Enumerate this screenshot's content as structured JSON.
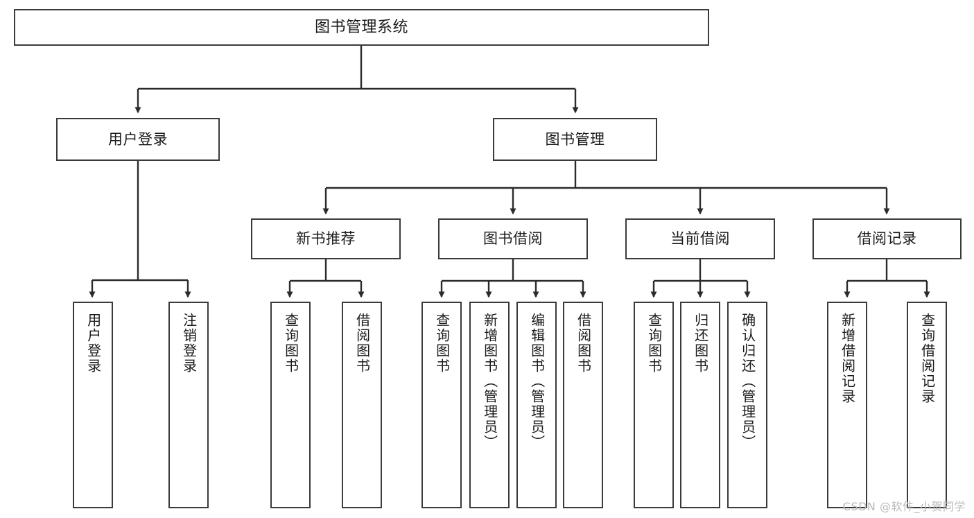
{
  "diagram": {
    "title": "图书管理系统",
    "type": "tree",
    "colors": {
      "box_border": "#3a3a3a",
      "box_fill": "#ffffff",
      "connector": "#2b2b2b",
      "text": "#1b1b1b",
      "watermark": "#b9b9b9",
      "background": "#ffffff"
    },
    "root": {
      "label": "图书管理系统"
    },
    "level2": [
      {
        "label": "用户登录"
      },
      {
        "label": "图书管理"
      }
    ],
    "level3": [
      {
        "label": "新书推荐"
      },
      {
        "label": "图书借阅"
      },
      {
        "label": "当前借阅"
      },
      {
        "label": "借阅记录"
      }
    ],
    "leaves": {
      "user_login": [
        {
          "label": "用户登录"
        },
        {
          "label": "注销登录"
        }
      ],
      "new_book_recommend": [
        {
          "label": "查询图书"
        },
        {
          "label": "借阅图书"
        }
      ],
      "book_borrow": [
        {
          "label": "查询图书"
        },
        {
          "label": "新增图书（管理员）"
        },
        {
          "label": "编辑图书（管理员）"
        },
        {
          "label": "借阅图书"
        }
      ],
      "current_borrow": [
        {
          "label": "查询图书"
        },
        {
          "label": "归还图书"
        },
        {
          "label": "确认归还（管理员）"
        }
      ],
      "borrow_record": [
        {
          "label": "新增借阅记录"
        },
        {
          "label": "查询借阅记录"
        }
      ]
    }
  },
  "watermark": {
    "text": "CSDN @软件_小贺同学"
  }
}
